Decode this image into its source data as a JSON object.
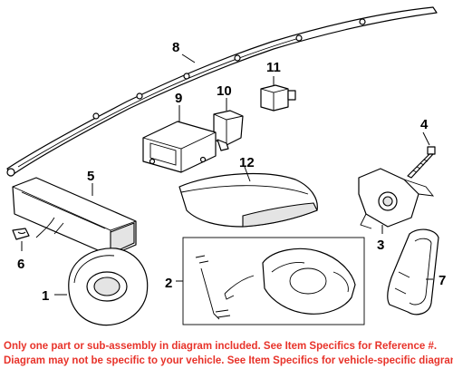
{
  "callouts": {
    "c1": "1",
    "c2": "2",
    "c3": "3",
    "c4": "4",
    "c5": "5",
    "c6": "6",
    "c7": "7",
    "c8": "8",
    "c9": "9",
    "c10": "10",
    "c11": "11",
    "c12": "12"
  },
  "footer": {
    "line1": "Only one part or sub-assembly in diagram included. See Item Specifics for Reference #.",
    "line2": "Diagram may not be specific to your vehicle. See Item Specifics for vehicle-specific diagrams."
  },
  "colors": {
    "footer_text": "#e8332a",
    "line_art": "#000000",
    "background": "#ffffff"
  }
}
